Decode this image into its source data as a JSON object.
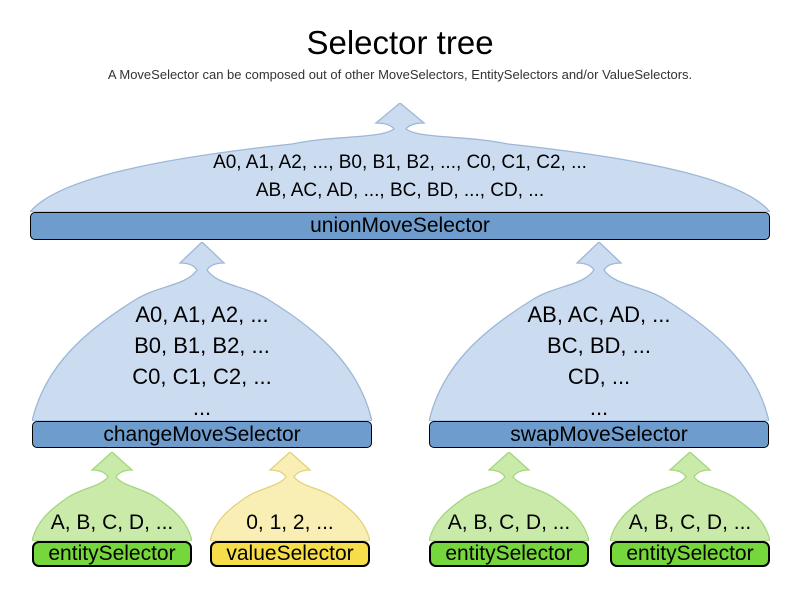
{
  "title": "Selector tree",
  "subtitle": "A MoveSelector can be composed out of other MoveSelectors, EntitySelectors and/or ValueSelectors.",
  "colors": {
    "blue_fill": "#ccdcf0",
    "blue_border": "#9db7d8",
    "blue_bar": "#6e9ccd",
    "green_fill": "#c9eaa9",
    "green_border": "#a3d77e",
    "green_bar": "#76d73c",
    "yellow_fill": "#f9efb4",
    "yellow_border": "#e3d17c",
    "yellow_bar": "#f6de4a"
  },
  "nodes": {
    "union": {
      "label": "unionMoveSelector",
      "lines": [
        "A0, A1, A2, ..., B0, B1, B2, ..., C0, C1, C2, ...",
        "AB, AC, AD, ..., BC, BD, ..., CD, ..."
      ]
    },
    "change": {
      "label": "changeMoveSelector",
      "lines": [
        "A0, A1, A2, ...",
        "B0, B1, B2, ...",
        "C0, C1, C2, ...",
        "..."
      ]
    },
    "swap": {
      "label": "swapMoveSelector",
      "lines": [
        "AB, AC, AD, ...",
        "BC, BD, ...",
        "CD, ...",
        "..."
      ]
    },
    "entity1": {
      "label": "entitySelector",
      "lines": [
        "A, B, C, D, ..."
      ]
    },
    "value1": {
      "label": "valueSelector",
      "lines": [
        "0, 1, 2, ..."
      ]
    },
    "entity2": {
      "label": "entitySelector",
      "lines": [
        "A, B, C, D, ..."
      ]
    },
    "entity3": {
      "label": "entitySelector",
      "lines": [
        "A, B, C, D, ..."
      ]
    }
  }
}
